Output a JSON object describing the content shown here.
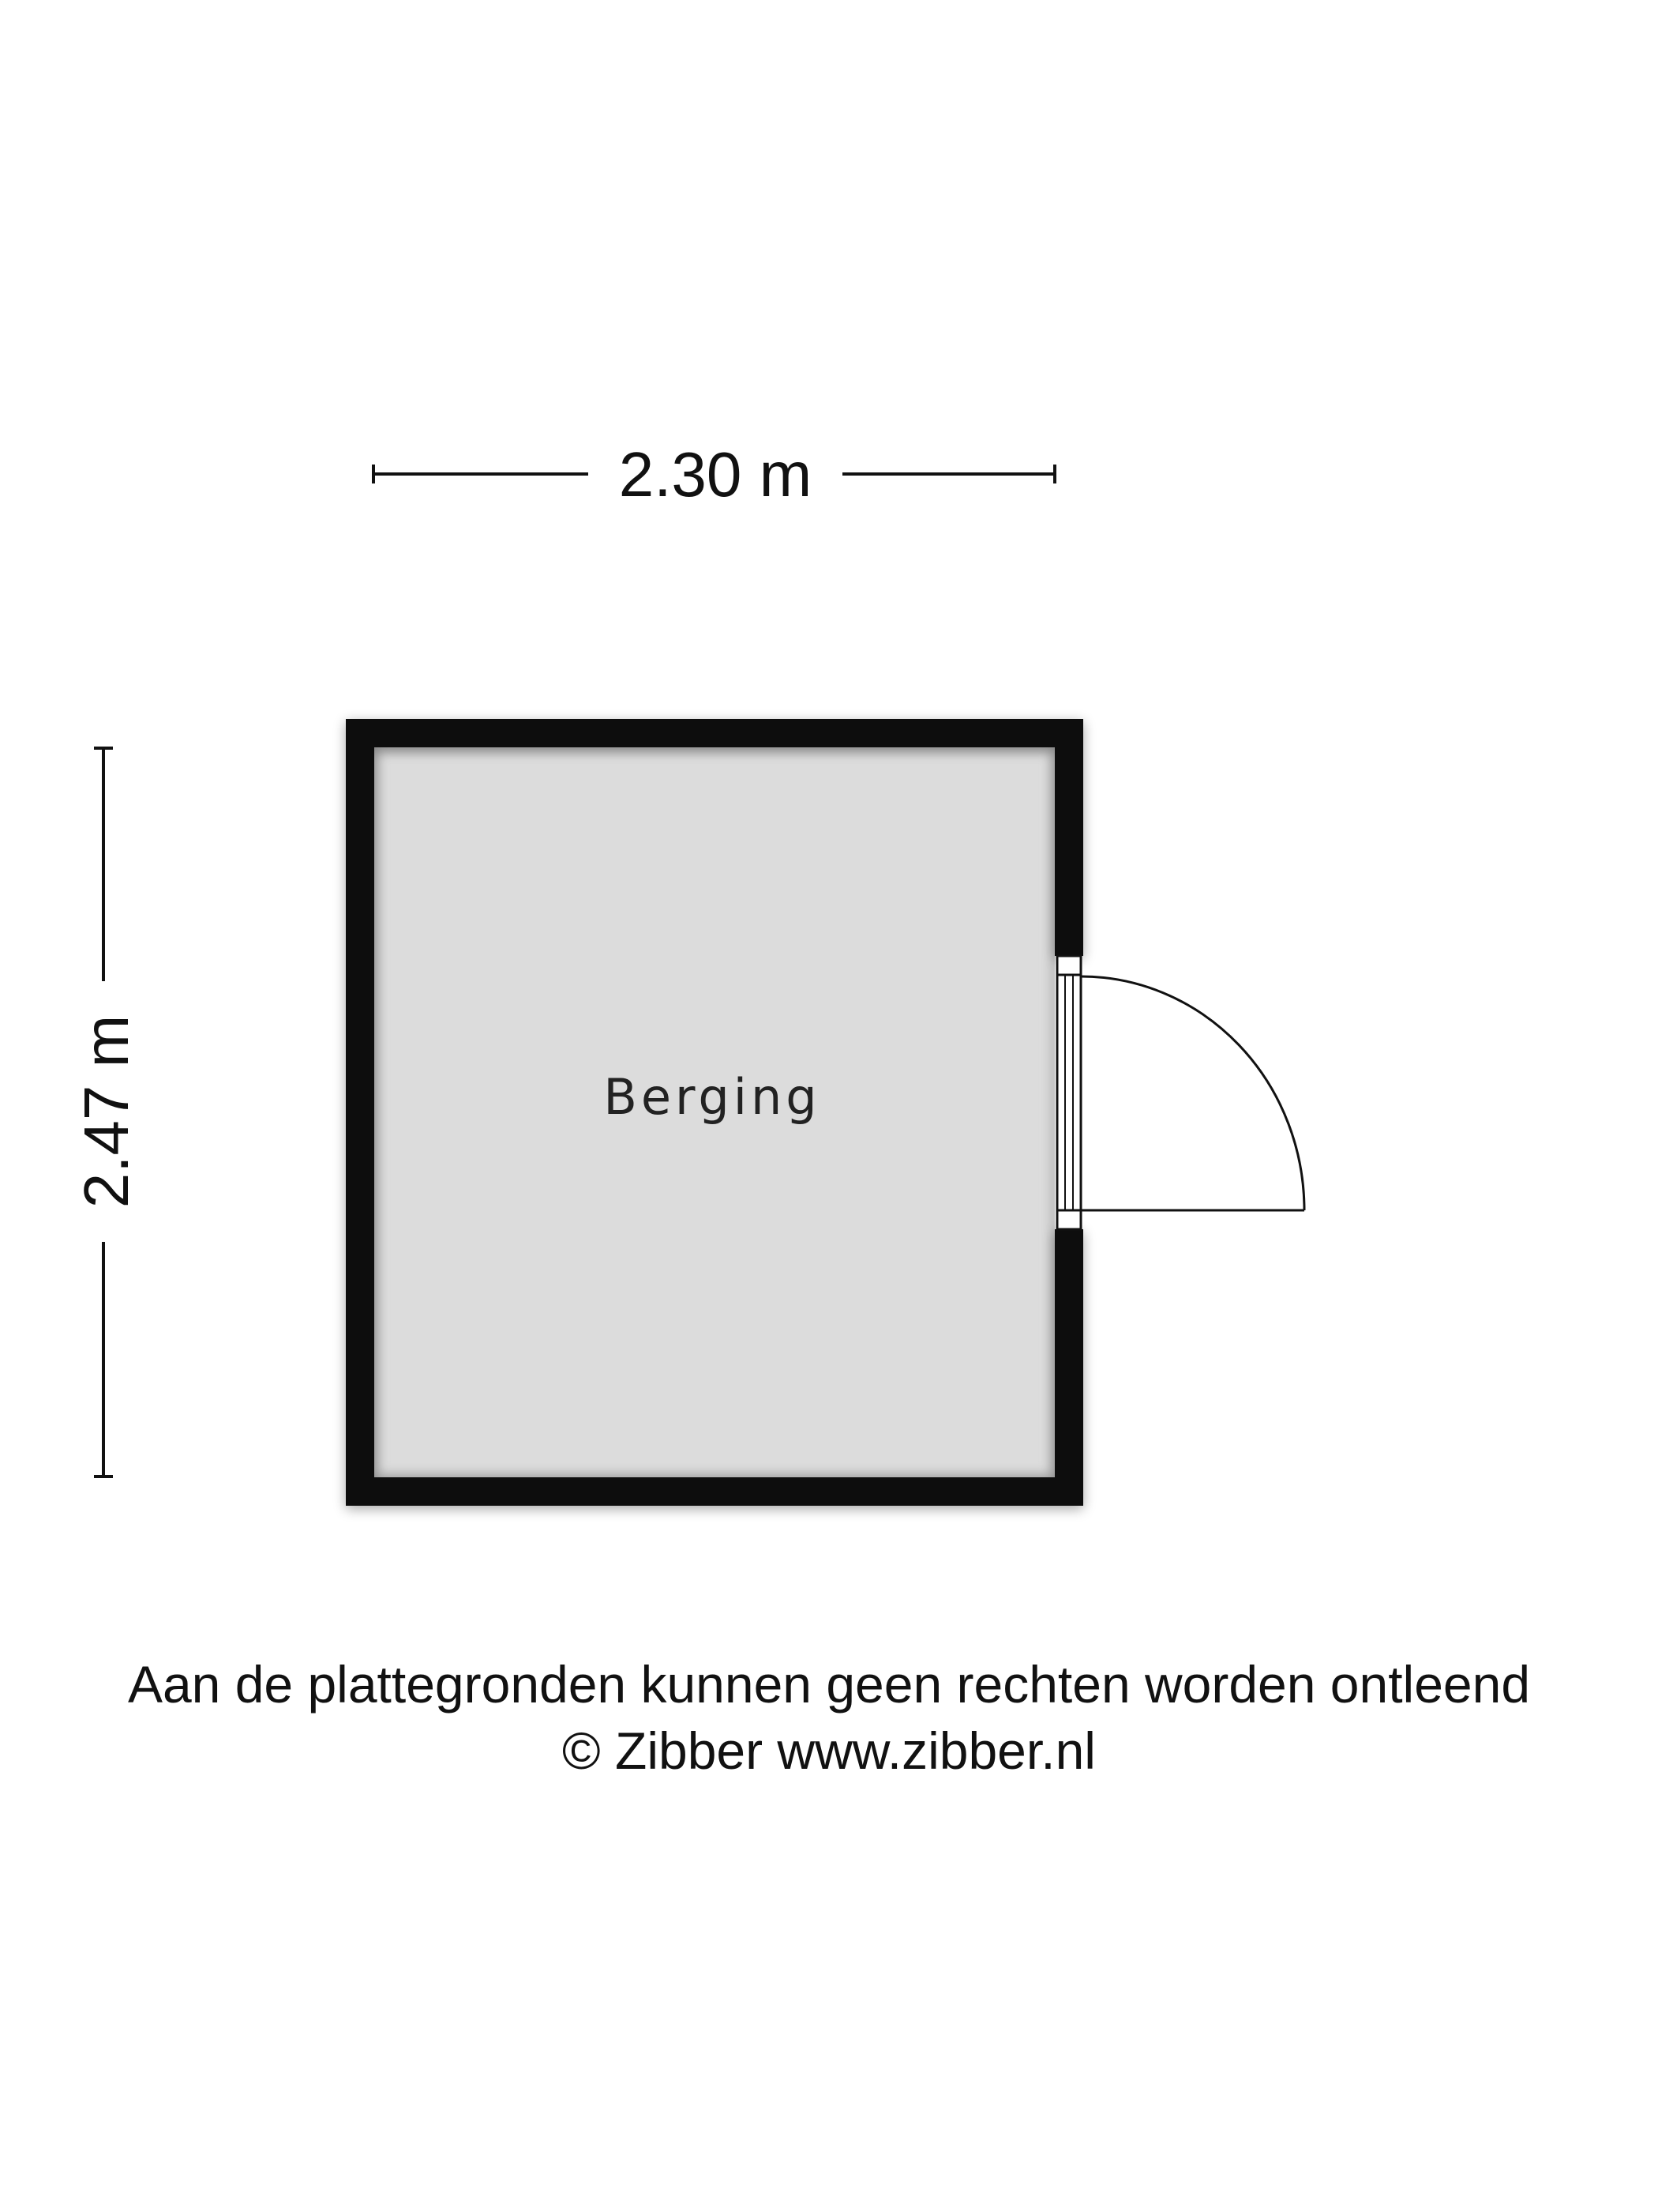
{
  "dimensions": {
    "width_label": "2.30 m",
    "height_label": "2.47 m"
  },
  "room": {
    "name": "Berging",
    "width_m": 2.3,
    "height_m": 2.47
  },
  "colors": {
    "wall": "#0d0d0d",
    "floor": "#dcdcdc",
    "line": "#111111",
    "background": "#ffffff"
  },
  "footer": {
    "disclaimer": "Aan de plattegronden kunnen geen rechten worden ontleend",
    "copyright": "© Zibber www.zibber.nl"
  }
}
